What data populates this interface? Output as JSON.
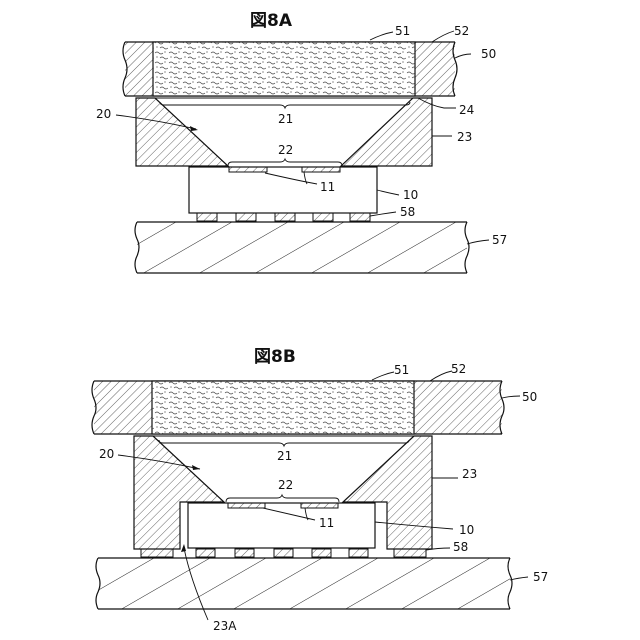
{
  "figure_a": {
    "title": "図8A",
    "labels": {
      "l51": "51",
      "l52": "52",
      "l50": "50",
      "l24": "24",
      "l21": "21",
      "l20": "20",
      "l23": "23",
      "l22": "22",
      "l11": "11",
      "l10": "10",
      "l58": "58",
      "l57": "57"
    }
  },
  "figure_b": {
    "title": "図8B",
    "labels": {
      "l51": "51",
      "l52": "52",
      "l50": "50",
      "l21": "21",
      "l20": "20",
      "l23": "23",
      "l22": "22",
      "l11": "11",
      "l10": "10",
      "l58": "58",
      "l57": "57",
      "l23a": "23A"
    }
  }
}
